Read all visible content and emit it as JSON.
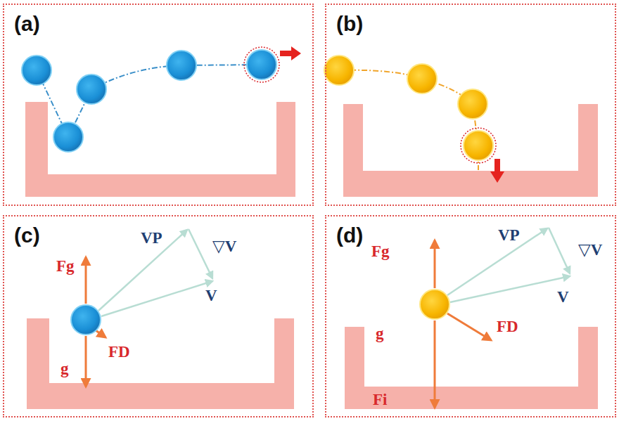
{
  "diagram": {
    "nodes": [
      {
        "text": [
          "(a)"
        ]
      },
      {
        "text": [
          "(b)"
        ]
      },
      {
        "text": [
          "(c)"
        ]
      },
      {
        "text": [
          "(d)"
        ]
      }
    ],
    "labels": [
      "Fg",
      "VP",
      "▽V",
      "V",
      "g",
      "FD",
      "Fg",
      "VP",
      "▽V",
      "V",
      "g",
      "FD",
      "Fi"
    ]
  }
}
